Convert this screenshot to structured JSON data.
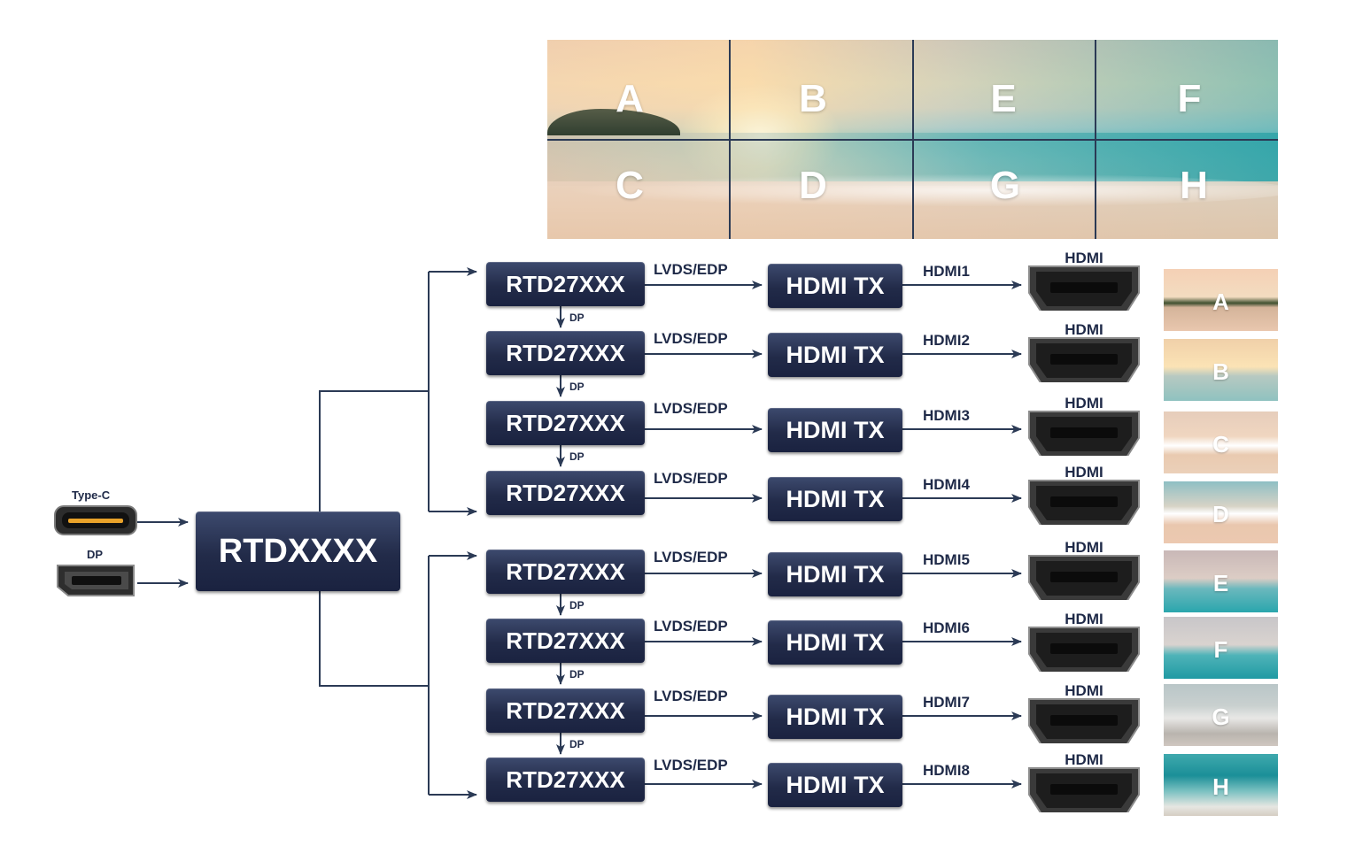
{
  "wall": {
    "tiles": [
      {
        "label": "A"
      },
      {
        "label": "B"
      },
      {
        "label": "E"
      },
      {
        "label": "F"
      },
      {
        "label": "C"
      },
      {
        "label": "D"
      },
      {
        "label": "G"
      },
      {
        "label": "H"
      }
    ]
  },
  "inputs": {
    "typec_label": "Type-C",
    "dp_label": "DP"
  },
  "main_chip": {
    "label": "RTDXXXX"
  },
  "channels": [
    {
      "chip": "RTD27XXX",
      "link": "LVDS/EDP",
      "tx": "HDMI TX",
      "out": "HDMI1",
      "port": "HDMI",
      "thumb": "A",
      "dp_below": "DP"
    },
    {
      "chip": "RTD27XXX",
      "link": "LVDS/EDP",
      "tx": "HDMI TX",
      "out": "HDMI2",
      "port": "HDMI",
      "thumb": "B",
      "dp_below": "DP"
    },
    {
      "chip": "RTD27XXX",
      "link": "LVDS/EDP",
      "tx": "HDMI TX",
      "out": "HDMI3",
      "port": "HDMI",
      "thumb": "C",
      "dp_below": "DP"
    },
    {
      "chip": "RTD27XXX",
      "link": "LVDS/EDP",
      "tx": "HDMI TX",
      "out": "HDMI4",
      "port": "HDMI",
      "thumb": "D",
      "dp_below": ""
    },
    {
      "chip": "RTD27XXX",
      "link": "LVDS/EDP",
      "tx": "HDMI TX",
      "out": "HDMI5",
      "port": "HDMI",
      "thumb": "E",
      "dp_below": "DP"
    },
    {
      "chip": "RTD27XXX",
      "link": "LVDS/EDP",
      "tx": "HDMI TX",
      "out": "HDMI6",
      "port": "HDMI",
      "thumb": "F",
      "dp_below": "DP"
    },
    {
      "chip": "RTD27XXX",
      "link": "LVDS/EDP",
      "tx": "HDMI TX",
      "out": "HDMI7",
      "port": "HDMI",
      "thumb": "G",
      "dp_below": "DP"
    },
    {
      "chip": "RTD27XXX",
      "link": "LVDS/EDP",
      "tx": "HDMI TX",
      "out": "HDMI8",
      "port": "HDMI",
      "thumb": "H",
      "dp_below": ""
    }
  ],
  "colors": {
    "chip_navy": "#222b49",
    "wire": "#2b3a55",
    "label_text": "#1f2a48"
  }
}
